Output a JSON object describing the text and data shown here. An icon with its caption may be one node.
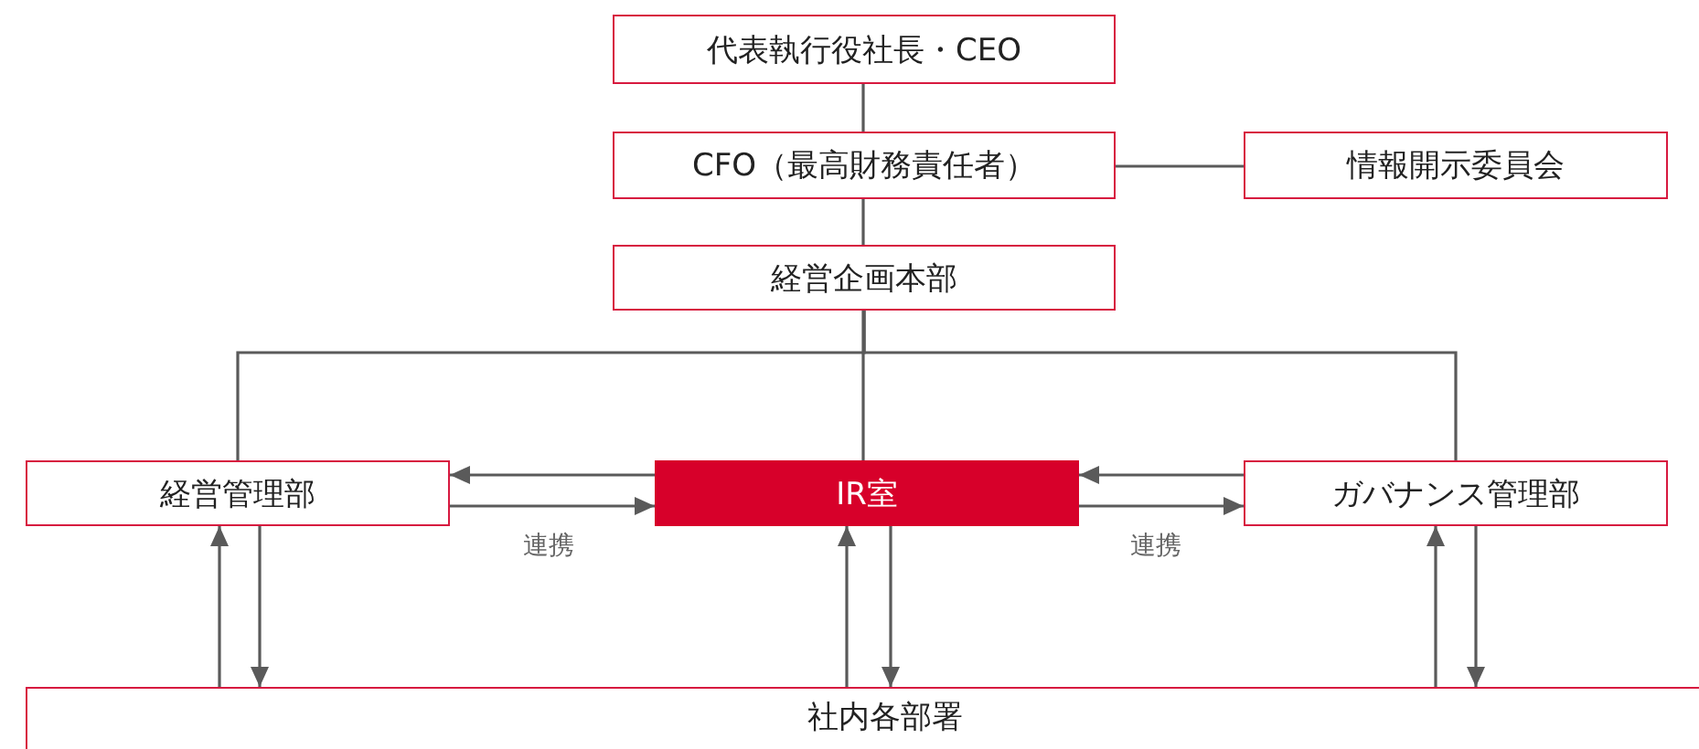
{
  "diagram": {
    "nodes": [
      {
        "text": [
          "代表執行役社長・CEO"
        ]
      },
      {
        "text": [
          "CFO（最高財務責任者）"
        ]
      },
      {
        "text": [
          "情報開示委員会"
        ]
      },
      {
        "text": [
          "経営企画本部"
        ]
      },
      {
        "text": [
          "経営管理部"
        ]
      },
      {
        "text": [
          "IR室"
        ]
      },
      {
        "text": [
          "ガバナンス管理部"
        ]
      },
      {
        "text": [
          "社内各部署"
        ]
      }
    ],
    "edges": [
      {
        "from": 0,
        "to": 1,
        "arrow": "none"
      },
      {
        "from": 1,
        "to": 2,
        "arrow": "none"
      },
      {
        "from": 3,
        "to": 4,
        "arrow": "none"
      },
      {
        "from": 3,
        "to": 5,
        "arrow": "none"
      },
      {
        "from": 3,
        "to": 6,
        "arrow": "none"
      },
      {
        "from": 5,
        "to": 4,
        "arrow": "to"
      },
      {
        "from": 4,
        "to": 5,
        "arrow": "to",
        "label": "連携"
      },
      {
        "from": 6,
        "to": 5,
        "arrow": "to"
      },
      {
        "from": 5,
        "to": 6,
        "arrow": "to",
        "label": "連携"
      },
      {
        "from": 7,
        "to": 4,
        "arrow": "to"
      },
      {
        "from": 4,
        "to": 7,
        "arrow": "to"
      },
      {
        "from": 7,
        "to": 5,
        "arrow": "to"
      },
      {
        "from": 5,
        "to": 7,
        "arrow": "to"
      },
      {
        "from": 7,
        "to": 6,
        "arrow": "to"
      },
      {
        "from": 6,
        "to": 7,
        "arrow": "to"
      },
      {
        "from": 1,
        "to": 3,
        "arrow": "none"
      }
    ]
  }
}
